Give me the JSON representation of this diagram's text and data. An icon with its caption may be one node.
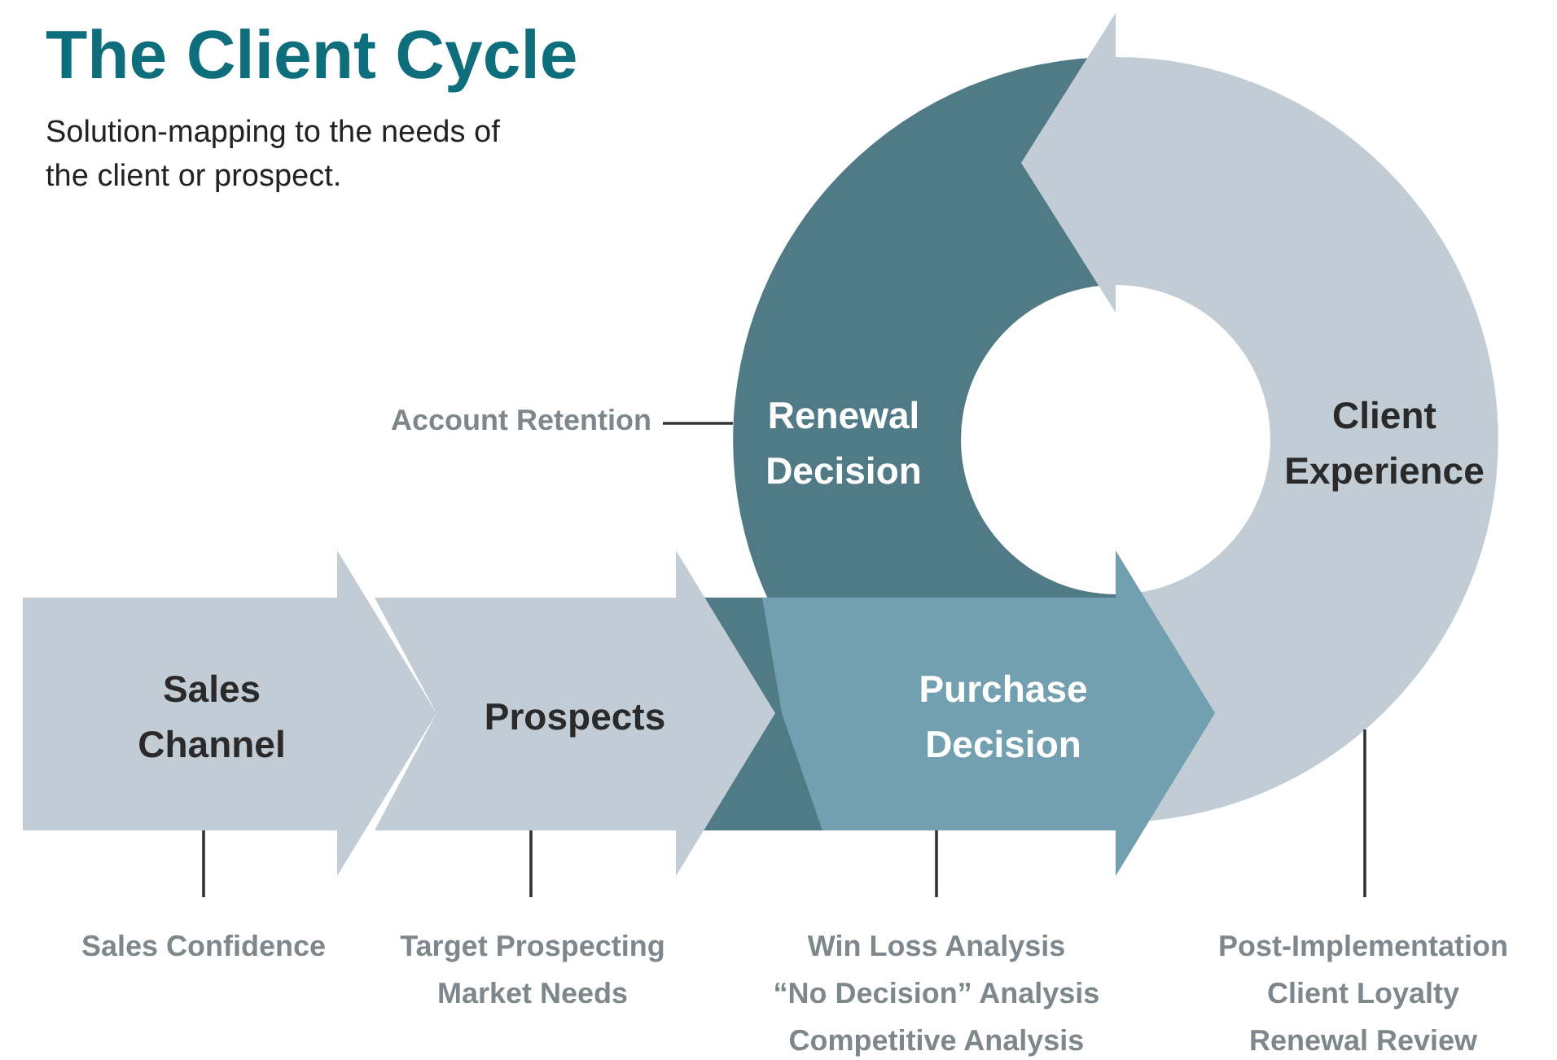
{
  "diagram": {
    "title": "The Client Cycle",
    "caption": "Solution-mapping to the needs of the client or prospect.",
    "nodes": [
      {
        "text": [
          "Renewal Decision"
        ]
      },
      {
        "text": [
          "Client Experience"
        ]
      },
      {
        "text": [
          "Sales Channel"
        ]
      },
      {
        "text": [
          "Prospects"
        ]
      },
      {
        "text": [
          "Purchase Decision"
        ]
      },
      {
        "text": [
          "Account Retention"
        ]
      },
      {
        "text": [
          "Sales Confidence"
        ]
      },
      {
        "text": [
          "Target Prospecting",
          "Market Needs"
        ]
      },
      {
        "text": [
          "Win Loss Analysis",
          "“No Decision” Analysis",
          "Competitive Analysis"
        ]
      },
      {
        "text": [
          "Post-Implementation",
          "Client Loyalty",
          "Renewal Review"
        ]
      }
    ],
    "edges": [
      {
        "from": 5,
        "to": 0,
        "arrow": "none"
      },
      {
        "from": 6,
        "to": 2,
        "arrow": "none"
      },
      {
        "from": 7,
        "to": 3,
        "arrow": "none"
      },
      {
        "from": 8,
        "to": 4,
        "arrow": "none"
      },
      {
        "from": 9,
        "to": 1,
        "arrow": "none"
      }
    ]
  }
}
